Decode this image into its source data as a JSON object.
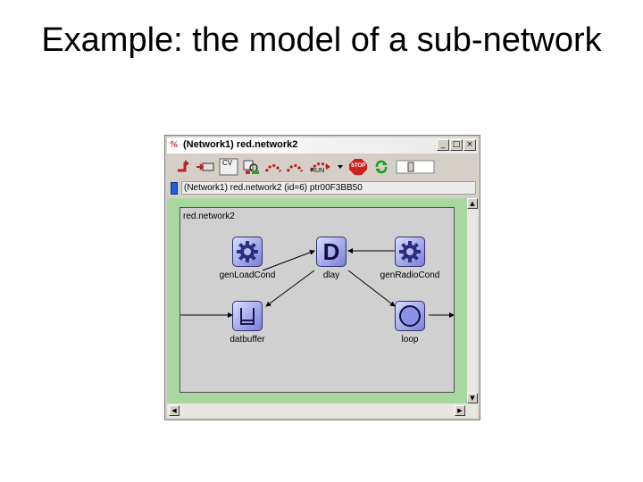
{
  "slide": {
    "title": "Example: the model of a sub-network"
  },
  "window": {
    "app_icon": "%",
    "title": "(Network1) red.network2",
    "controls": {
      "minimize": "_",
      "maximize": "□",
      "close": "×"
    }
  },
  "toolbar": {
    "run_label": "RUN",
    "stop_label": "STOP",
    "cv_label": "CV"
  },
  "infobar": {
    "text": "(Network1) red.network2 (id=6) ptr00F3BB50"
  },
  "canvas": {
    "network_label": "red.network2",
    "nodes": [
      {
        "label": "genLoadCond",
        "icon": "gear-icon"
      },
      {
        "label": "dlay",
        "icon": "letter-d-icon",
        "glyph": "D"
      },
      {
        "label": "genRadioCond",
        "icon": "gear-icon"
      },
      {
        "label": "datbuffer",
        "icon": "buffer-icon"
      },
      {
        "label": "loop",
        "icon": "circle-icon"
      }
    ]
  },
  "scrollbars": {
    "up": "▲",
    "down": "▼",
    "left": "◀",
    "right": "▶"
  },
  "colors": {
    "canvas_border": "#a8d8a0",
    "node_fill": "#9aa0f0",
    "info_marker": "#2060e0"
  }
}
